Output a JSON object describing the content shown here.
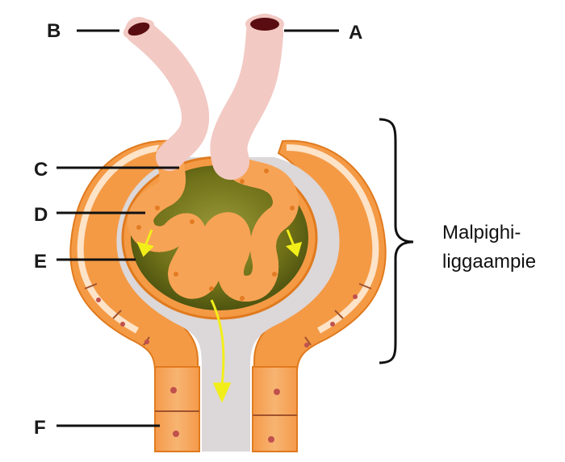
{
  "labels": {
    "a": "A",
    "b": "B",
    "c": "C",
    "d": "D",
    "e": "E",
    "f": "F"
  },
  "caption": {
    "line1": "Malpighi-",
    "line2": "liggaampie"
  },
  "colors": {
    "vessel": "#b0262c",
    "vessel_outline": "#f2c9c3",
    "vessel_lumen": "#5a0d10",
    "capsule": "#f39a3e",
    "capsule_inner": "#fde3c8",
    "cavity": "#d8d4d5",
    "fluid": "#6b6b1a",
    "arrow": "#f2ee1a",
    "cell_nucleus": "#c0504d"
  }
}
